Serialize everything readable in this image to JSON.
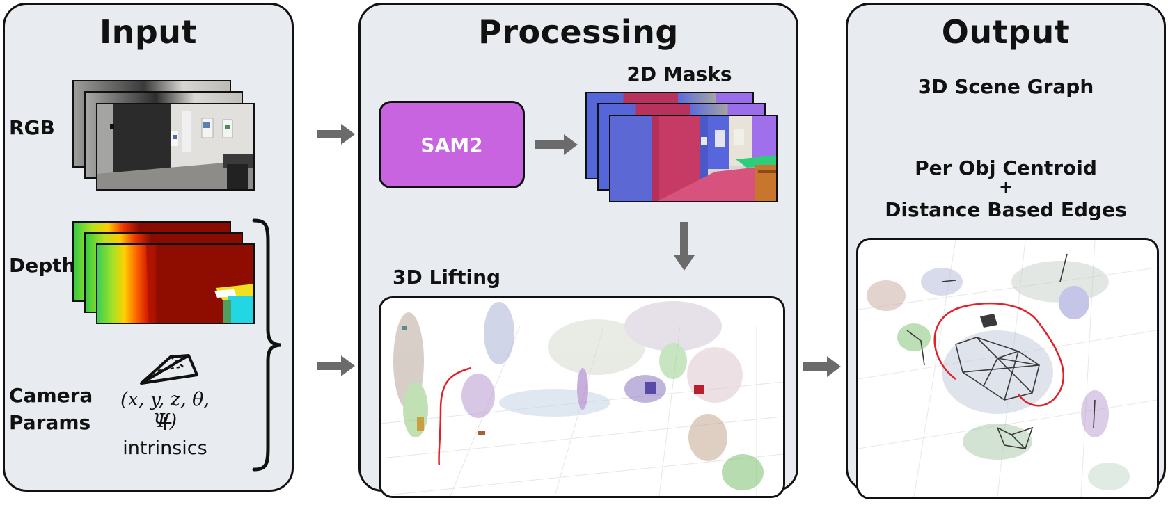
{
  "panels": {
    "input": {
      "title": "Input"
    },
    "processing": {
      "title": "Processing"
    },
    "output": {
      "title": "Output"
    }
  },
  "input": {
    "rgb_label": "RGB",
    "depth_label": "Depth",
    "camera_label_1": "Camera",
    "camera_label_2": "Params",
    "pose_formula": "(x, y, z, θ, Ψ)",
    "plus": "+",
    "intrinsics": "intrinsics"
  },
  "processing": {
    "sam_label": "SAM2",
    "masks_label": "2D Masks",
    "lifting_label": "3D Lifting"
  },
  "output": {
    "graph_title": "3D Scene Graph",
    "line1": "Per Obj Centroid",
    "plus": "+",
    "line2": "Distance Based Edges"
  },
  "colors": {
    "panel_bg": "#e8ebef",
    "sam_box": "#c864e0",
    "arrow": "#6b6b6b",
    "trajectory": "#e0202a"
  }
}
